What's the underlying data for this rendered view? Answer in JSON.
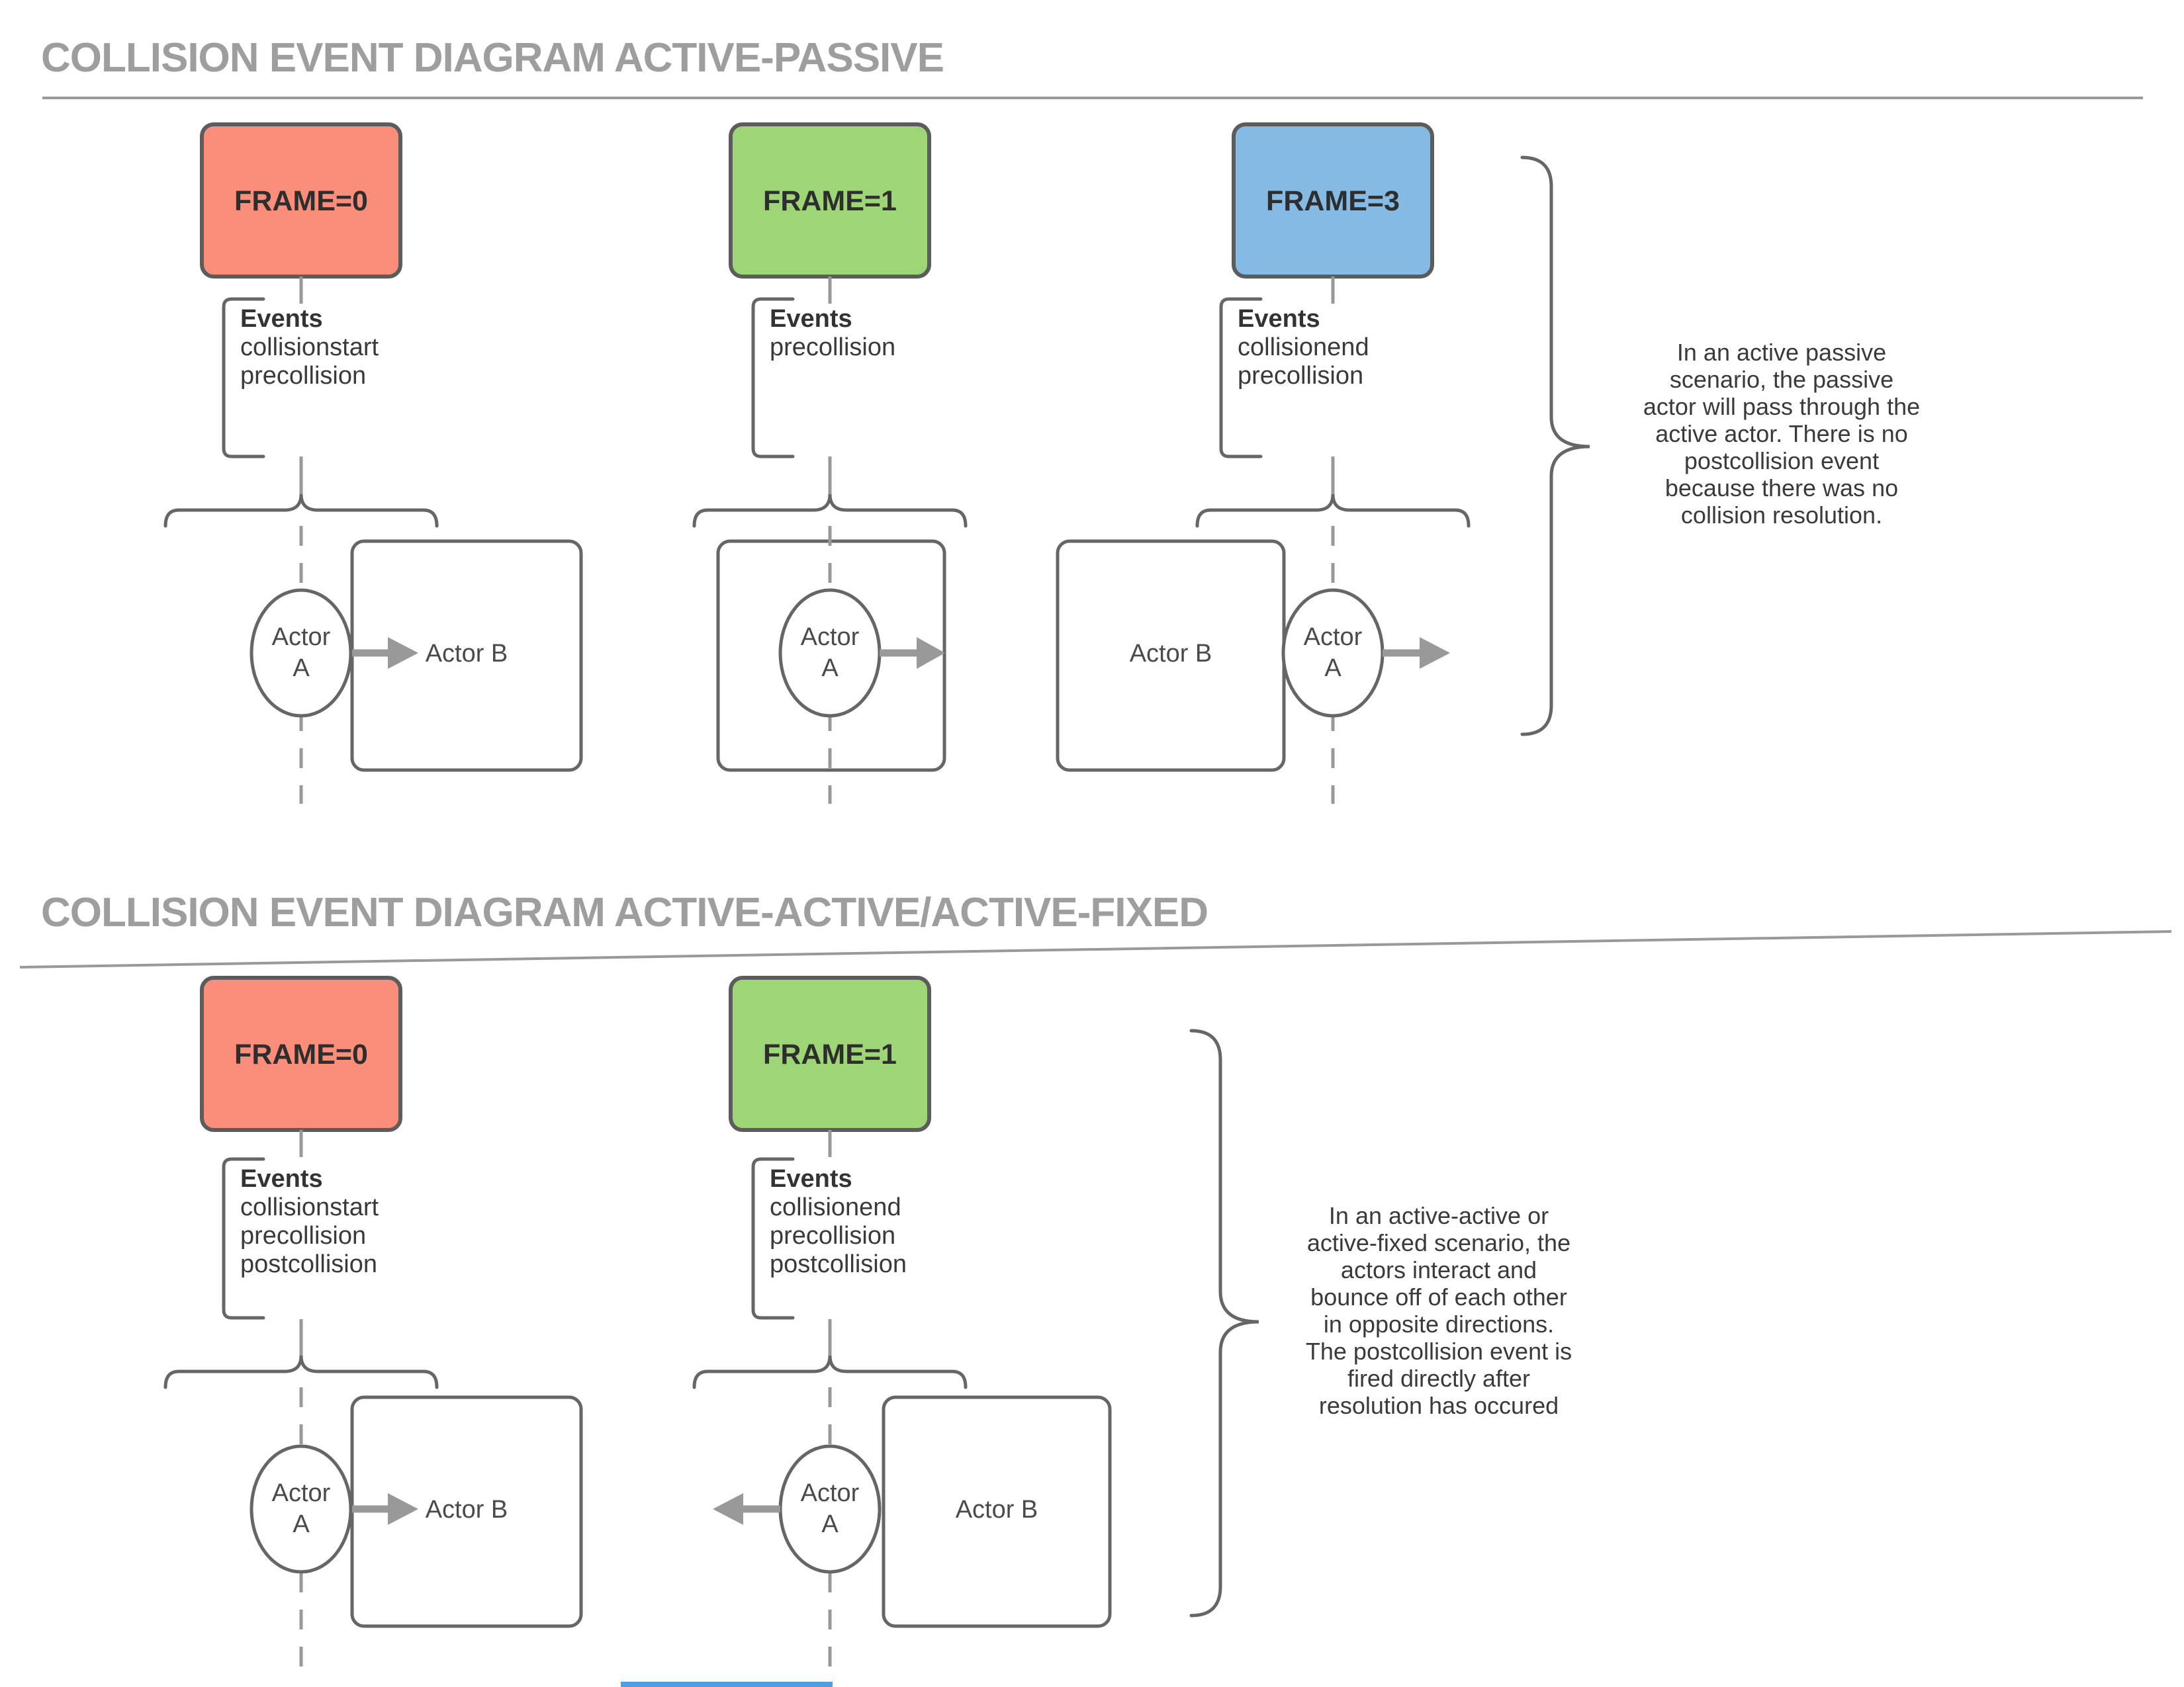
{
  "colors": {
    "frame_red": "#FB8E7A",
    "frame_green": "#9ED677",
    "frame_blue": "#84BAE4",
    "outline": "#666666",
    "connector_gray": "#999999",
    "title_gray": "#9E9E9E",
    "text_dark": "#3A3A3A",
    "bottom_bar": "#4E9EE3"
  },
  "labels": {
    "events_title": "Events",
    "actor_a_line1": "Actor",
    "actor_a_line2": "A",
    "actor_b": "Actor B"
  },
  "s1": {
    "title": "COLLISION EVENT DIAGRAM ACTIVE-PASSIVE",
    "c1": {
      "frame": "FRAME=0",
      "e1": "collisionstart",
      "e2": "precollision"
    },
    "c2": {
      "frame": "FRAME=1",
      "e1": "precollision"
    },
    "c3": {
      "frame": "FRAME=3",
      "e1": "collisionend",
      "e2": "precollision"
    },
    "note": {
      "l1": "In an active passive",
      "l2": "scenario, the passive",
      "l3": "actor will pass through the",
      "l4": "active actor. There is no",
      "l5": "postcollision event",
      "l6": "because there was no",
      "l7": "collision resolution."
    }
  },
  "s2": {
    "title": "COLLISION EVENT DIAGRAM ACTIVE-ACTIVE/ACTIVE-FIXED",
    "c1": {
      "frame": "FRAME=0",
      "e1": "collisionstart",
      "e2": "precollision",
      "e3": "postcollision"
    },
    "c2": {
      "frame": "FRAME=1",
      "e1": "collisionend",
      "e2": "precollision",
      "e3": "postcollision"
    },
    "note": {
      "l1": "In an active-active or",
      "l2": "active-fixed scenario, the",
      "l3": "actors interact and",
      "l4": "bounce off of each other",
      "l5": "in opposite directions.",
      "l6": "The postcollision event is",
      "l7": "fired directly after",
      "l8": "resolution has occured"
    }
  }
}
